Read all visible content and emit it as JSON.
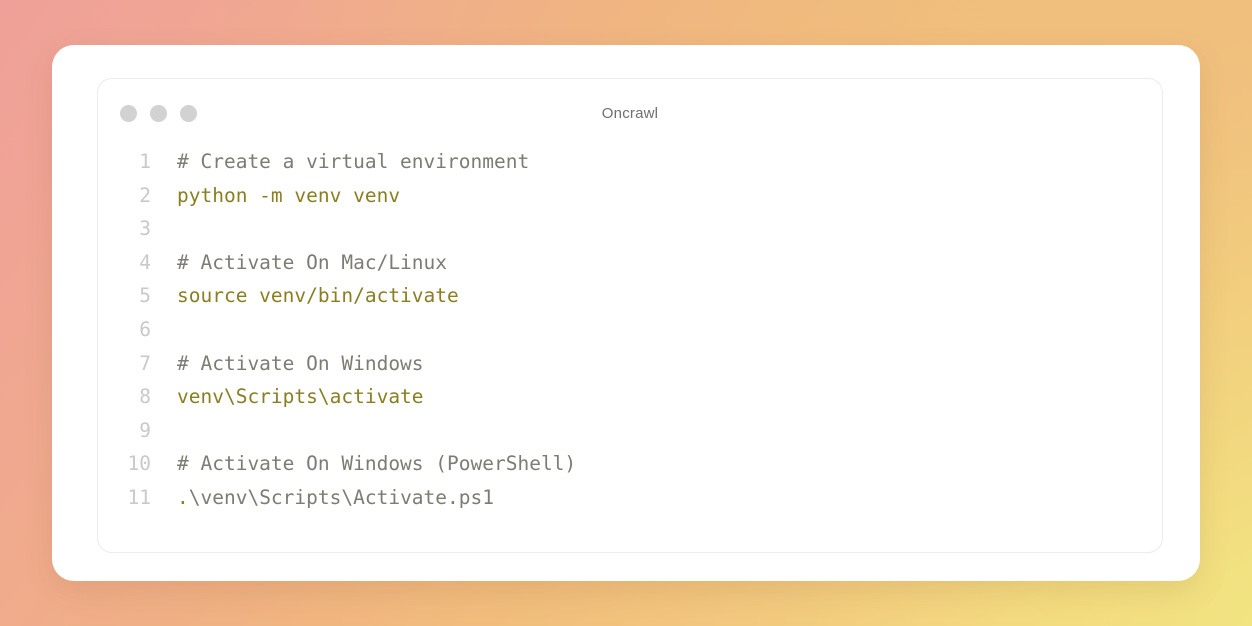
{
  "window": {
    "title": "Oncrawl",
    "dots": [
      "close-dot",
      "minimize-dot",
      "maximize-dot"
    ],
    "dot_color": "#d2d2d2",
    "title_color": "#6f6f6f"
  },
  "theme": {
    "comment_color": "#7e7b74",
    "code_color": "#8a7e20",
    "line_number_color": "#c9c9c9",
    "panel_background": "#ffffff",
    "panel_border": "#ececec",
    "backdrop_top_left": "#efa099",
    "backdrop_top_right": "#f0bd7d",
    "backdrop_bottom_left": "#f2c183",
    "backdrop_bottom_right": "#f2e281"
  },
  "code": {
    "language": "shell",
    "lines": [
      {
        "number": "1",
        "text": "# Create a virtual environment",
        "kind": "comment"
      },
      {
        "number": "2",
        "text": "python -m venv venv",
        "kind": "code"
      },
      {
        "number": "3",
        "text": "",
        "kind": "blank"
      },
      {
        "number": "4",
        "text": "# Activate On Mac/Linux",
        "kind": "comment"
      },
      {
        "number": "5",
        "text": "source venv/bin/activate",
        "kind": "code"
      },
      {
        "number": "6",
        "text": "",
        "kind": "blank"
      },
      {
        "number": "7",
        "text": "# Activate On Windows",
        "kind": "comment"
      },
      {
        "number": "8",
        "text": "venv\\Scripts\\activate",
        "kind": "code"
      },
      {
        "number": "9",
        "text": "",
        "kind": "blank"
      },
      {
        "number": "10",
        "text": "# Activate On Windows (PowerShell)",
        "kind": "comment"
      },
      {
        "number": "11",
        "text": ".\\venv\\Scripts\\Activate.ps1",
        "kind": "mixed",
        "segments": [
          {
            "text": ".",
            "kind": "code"
          },
          {
            "text": "\\venv\\Scripts\\Activate.ps1",
            "kind": "plain"
          }
        ]
      }
    ]
  }
}
